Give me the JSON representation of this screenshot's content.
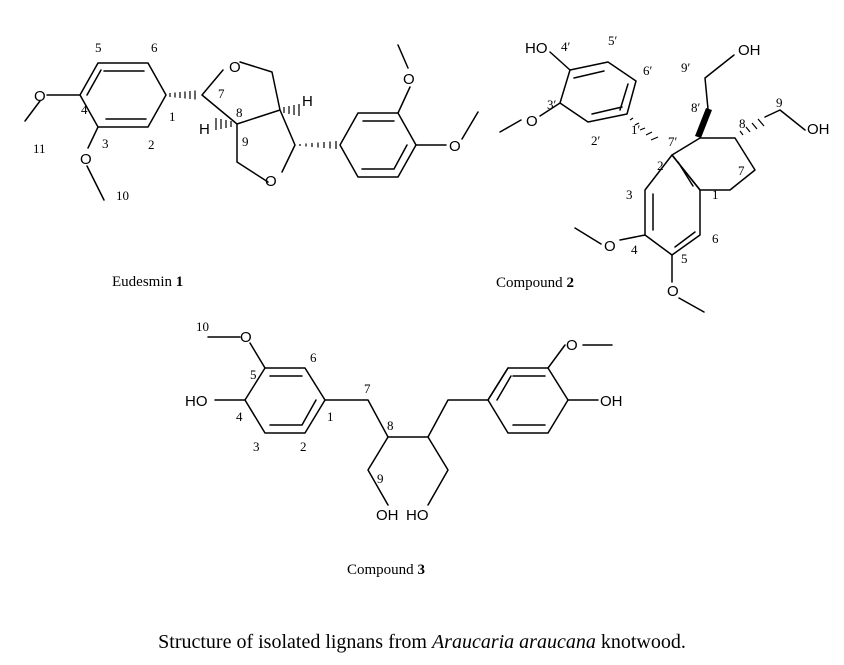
{
  "figure": {
    "caption_prefix": "Structure of isolated lignans from ",
    "caption_species": "Araucaria araucana",
    "caption_suffix": " knotwood."
  },
  "compound1": {
    "label_name": "Eudesmin ",
    "label_num": "1",
    "atoms": {
      "o_ring_top": "O",
      "o_ring_bottom": "O",
      "o_4": "O",
      "o_3": "O",
      "o_3r": "O",
      "o_4r": "O",
      "h_8p": "H",
      "h_8": "H"
    },
    "nums": {
      "n5": "5",
      "n6": "6",
      "n4": "4",
      "n1": "1",
      "n7": "7",
      "n8": "8",
      "n11": "11",
      "n3": "3",
      "n2": "2",
      "n9": "9",
      "n10": "10"
    }
  },
  "compound2": {
    "label_name": "Compound ",
    "label_num": "2",
    "atoms": {
      "ho_4p": "HO",
      "oh_9p": "OH",
      "oh_9": "OH",
      "o_3p": "O",
      "o_4": "O",
      "o_5": "O"
    },
    "nums": {
      "n4p": "4′",
      "n5p": "5′",
      "n6p": "6′",
      "n9p": "9′",
      "n3p": "3′",
      "n8p": "8′",
      "n8": "8",
      "n9": "9",
      "n2p": "2′",
      "n1p": "1′",
      "n7p": "7′",
      "n2": "2",
      "n7": "7",
      "n3": "3",
      "n1": "1",
      "n6": "6",
      "n4": "4",
      "n5": "5"
    }
  },
  "compound3": {
    "label_name": "Compound ",
    "label_num": "3",
    "atoms": {
      "o_10": "O",
      "ho_4": "HO",
      "o_3r": "O",
      "oh_4r": "OH",
      "oh_9": "OH",
      "ho_9r": "HO"
    },
    "nums": {
      "n10": "10",
      "n6": "6",
      "n5": "5",
      "n7": "7",
      "n4": "4",
      "n1": "1",
      "n8": "8",
      "n3": "3",
      "n2": "2",
      "n9": "9"
    }
  }
}
